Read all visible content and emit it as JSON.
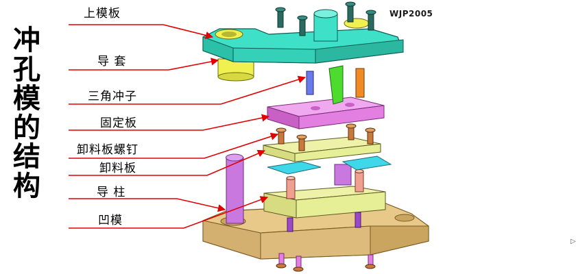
{
  "title_chars": [
    "冲",
    "孔",
    "模",
    "的",
    "结",
    "构"
  ],
  "watermark": "WJP2005",
  "labels": {
    "upper_plate": "上模板",
    "guide_bush": "导 套",
    "triangle_punch": "三角冲子",
    "fixed_plate": "固定板",
    "stripper_screw": "卸料板螺钉",
    "stripper_plate": "卸料板",
    "guide_post": "导 柱",
    "die": "凹模"
  },
  "nav_glyph": "▷",
  "colors": {
    "leader_line": "#e00000",
    "upper_plate": "#3fe0c8",
    "guide_bush": "#f0f050",
    "fixed_plate": "#e27fe0",
    "stripper_plate": "#e6ee96",
    "die": "#e9c98a",
    "guide_post": "#c978e0",
    "punch_orange": "#f08a22",
    "punch_green": "#4ddc2e",
    "punch_blue": "#6a7ae8",
    "screw": "#c87a3a"
  }
}
